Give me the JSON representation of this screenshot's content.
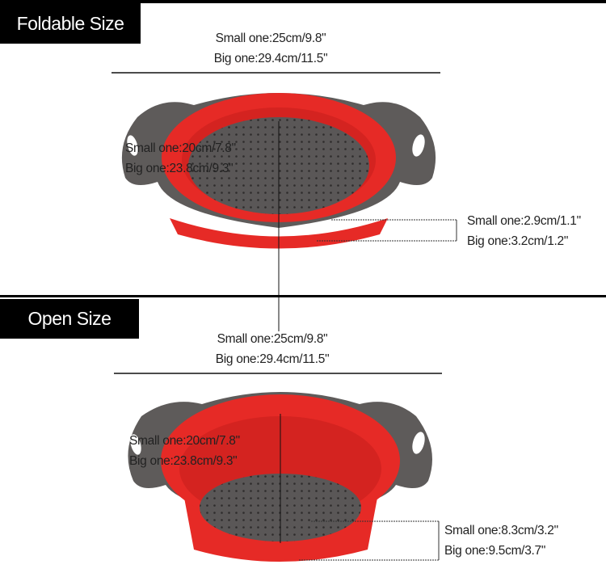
{
  "colors": {
    "silicone_red": "#e62a26",
    "frame_grey": "#5e5b5a",
    "label_bg": "#000000"
  },
  "foldable": {
    "title": "Foldable Size",
    "top_width": {
      "small": "Small one:25cm/9.8\"",
      "big": "Big one:29.4cm/11.5\""
    },
    "inner_width": {
      "small": "Small one:20cm/7.8\"",
      "big": "Big one:23.8cm/9.3\""
    },
    "height": {
      "small": "Small one:2.9cm/1.1\"",
      "big": "Big one:3.2cm/1.2\""
    }
  },
  "open": {
    "title": "Open Size",
    "top_width": {
      "small": "Small one:25cm/9.8\"",
      "big": "Big one:29.4cm/11.5\""
    },
    "inner_width": {
      "small": "Small one:20cm/7.8\"",
      "big": "Big one:23.8cm/9.3\""
    },
    "height": {
      "small": "Small one:8.3cm/3.2\"",
      "big": "Big one:9.5cm/3.7\""
    }
  }
}
